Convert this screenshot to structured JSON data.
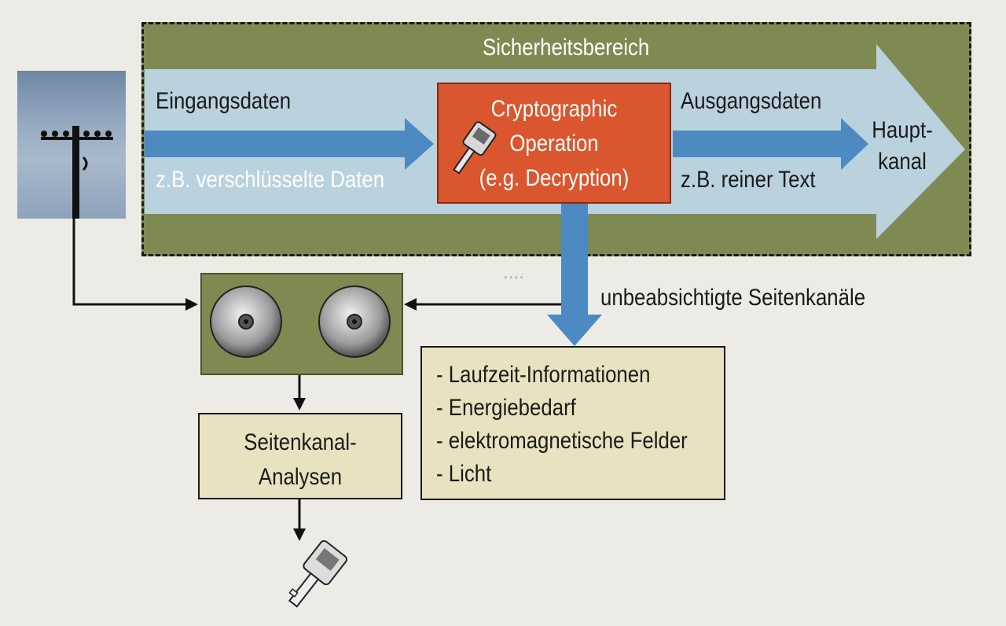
{
  "diagram": {
    "security_area": "Sicherheitsbereich",
    "input_title": "Eingangsdaten",
    "input_example": "z.B. verschlüsselte Daten",
    "operation_line1": "Cryptographic",
    "operation_line2": "Operation",
    "operation_line3": "(e.g. Decryption)",
    "output_title": "Ausgangsdaten",
    "output_example": "z.B. reiner Text",
    "main_channel_line1": "Haupt-",
    "main_channel_line2": "kanal",
    "side_channels": "unbeabsichtigte Seitenkanäle",
    "leak_items": [
      "- Laufzeit-Informationen",
      "- Energiebedarf",
      "- elektromagnetische Felder",
      "- Licht"
    ],
    "analysis_line1": "Seitenkanal-",
    "analysis_line2": "Analysen"
  },
  "colors": {
    "frame_green": "#7f8a52",
    "main_arrow": "#b9d2de",
    "flow_arrow": "#4d8ac2",
    "operation_red": "#d9562f",
    "note_box": "#e8e2c0"
  },
  "icons": [
    "antenna-icon",
    "key-icon",
    "disk-icon"
  ]
}
